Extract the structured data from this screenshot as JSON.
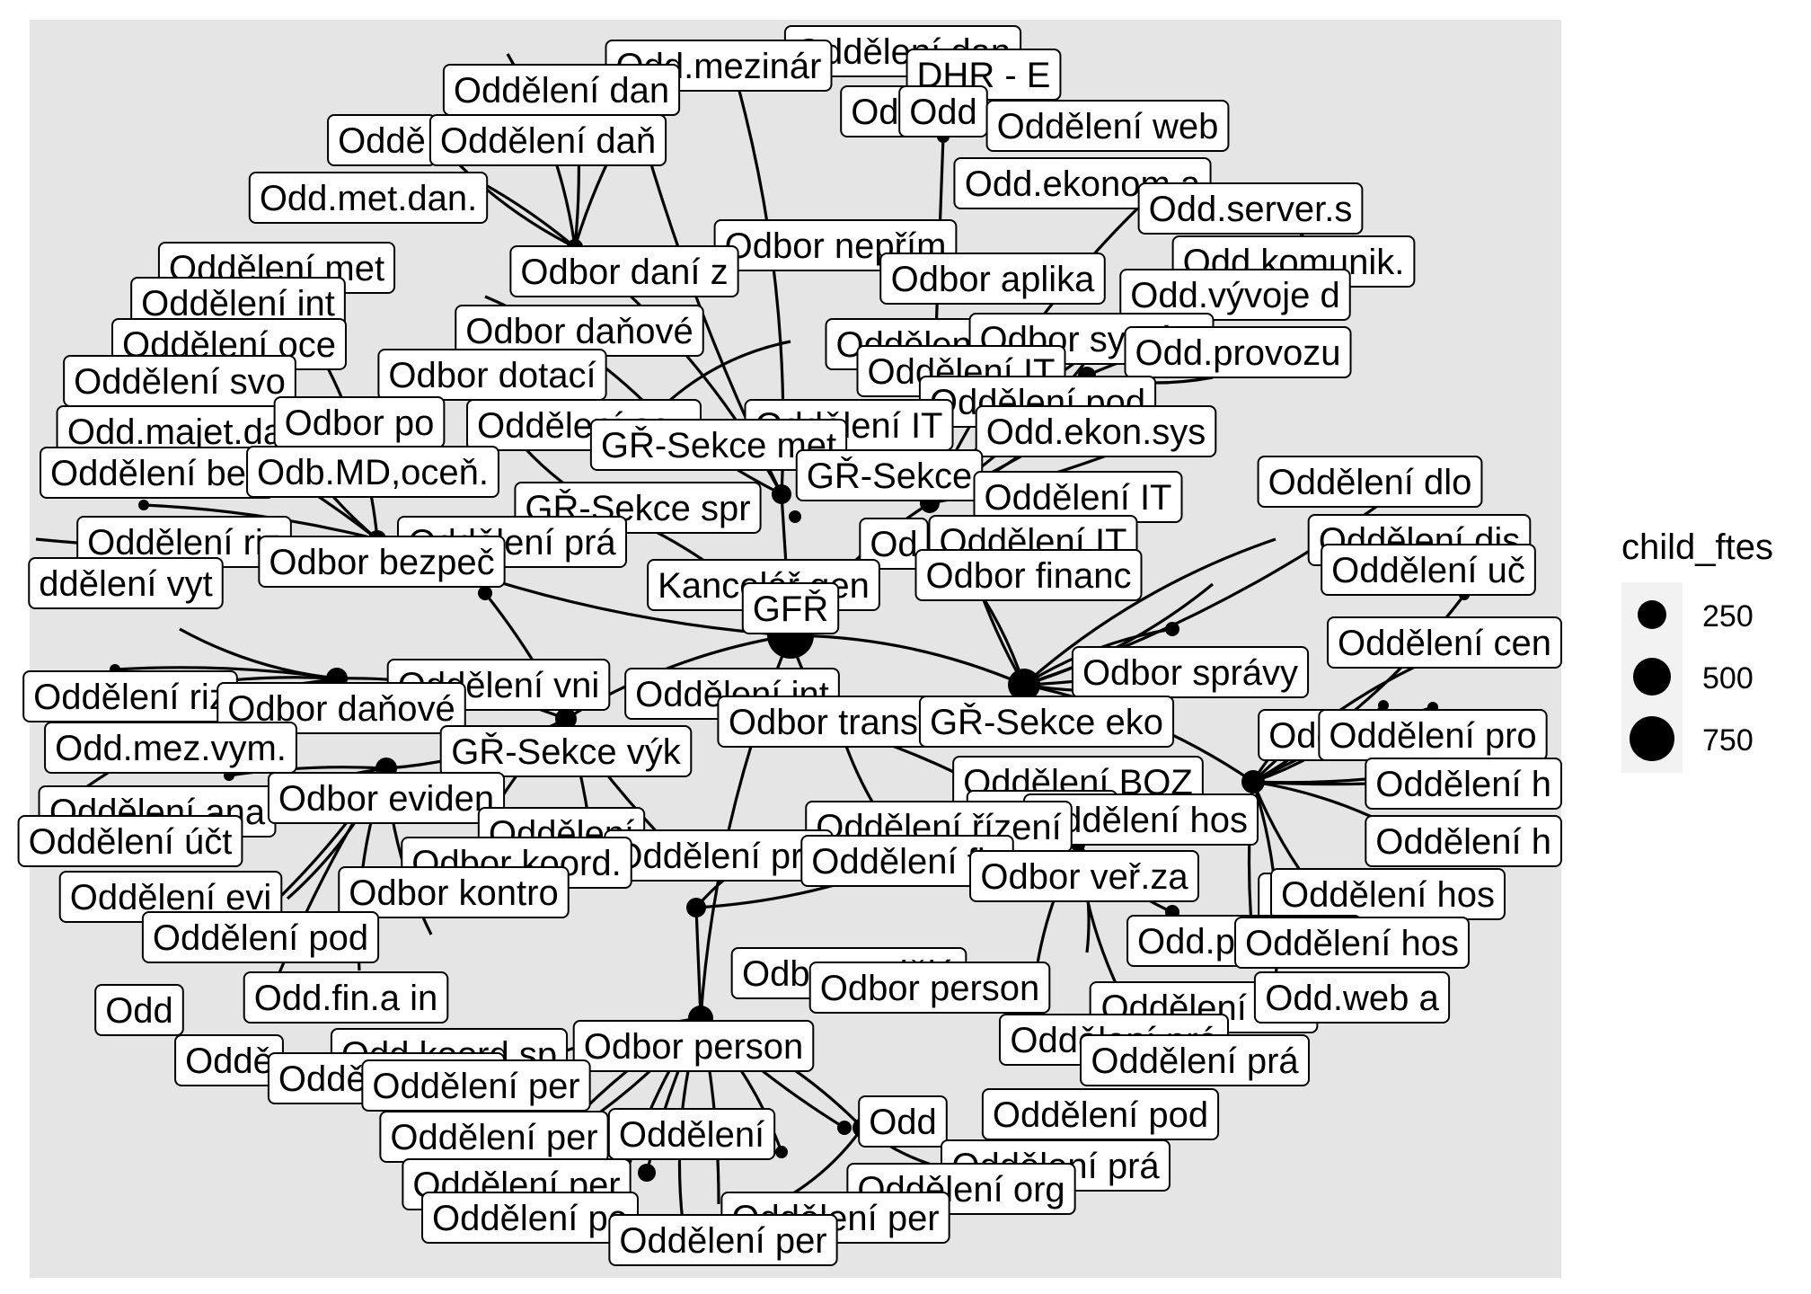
{
  "diagram": {
    "type": "network",
    "panel_background": "#e5e5e5",
    "edge_color": "#000000",
    "node_color": "#000000",
    "label_fill": "#ffffff",
    "labels": [
      "Oddělení dan",
      "Odd.mezinár",
      "DHR - E",
      "Oddělení dan",
      "Odd",
      "Odd",
      "Oddělení web",
      "Oddě",
      "Oddělení daň",
      "Odd.ekonom.a",
      "Odd.server.s",
      "Odd.met.dan.",
      "Odbor nepřím",
      "Oddělení met",
      "Odbor daní z",
      "Odbor aplika",
      "Odd.komunik.",
      "Oddělení int",
      "Odd.vývoje d",
      "Odbor daňové",
      "Oddělení IT",
      "Odbor systém",
      "Oddělení oce",
      "Odd.provozu",
      "Oddělení svo",
      "Odbor dotací",
      "Oddělení IT",
      "Oddělení pod",
      "Odd.majet.da",
      "Odbor po",
      "Oddělení sou",
      "Oddělení IT",
      "Odd.ekon.sys",
      "Oddělení bez",
      "Odb.MD,oceň.",
      "GŘ-Sekce met",
      "GŘ-Sekce",
      "Oddělení IT",
      "Oddělení dlo",
      "GŘ-Sekce spr",
      "Oddělení riz",
      "Oddělení prá",
      "Odbor bezpeč",
      "Od",
      "Oddělení IT",
      "Oddělení dis",
      "ddělení vyt",
      "Kancelář gen",
      "Odbor financ",
      "Oddělení uč",
      "GFŘ",
      "Oddělení cen",
      "Oddělení vni",
      "Odbor správy",
      "Oddělení riz",
      "Odbor daňové",
      "Oddělení int",
      "Odbor transf",
      "GŘ-Sekce eko",
      "Odd.mez.vym.",
      "GŘ-Sekce výk",
      "Odd",
      "Oddělení pro",
      "Oddělení BOZ",
      "Oddělení ana",
      "Odbor eviden",
      "Oddělení h",
      "Odbor h",
      "Oddělení hos",
      "Oddělení účt",
      "Oddělení",
      "Oddělení řízení",
      "Oddělení pro",
      "Odbor koord.",
      "Oddělení h",
      "Oddělení fis",
      "Odbor veř.za",
      "Oddělení evi",
      "Odbor kontro",
      "Odd",
      "Oddělení hos",
      "Oddělení pod",
      "Odd.provoz.z",
      "Oddělení hos",
      "Odbor vzdělá",
      "Odbor person",
      "Odd",
      "Odd.fin.a in",
      "Oddělení veř",
      "Odd.web a",
      "Oddělení prá",
      "Oddě",
      "Odbor person",
      "Odd.koord.sp",
      "Oddělení prá",
      "Oddělení pod",
      "Oddělení per",
      "Odd",
      "Oddělení pod",
      "Oddělení per",
      "Oddělení",
      "Oddělení prá",
      "Oddělení per",
      "Oddělení org",
      "Oddělení pe",
      "Oddělení per",
      "Oddělení per"
    ]
  },
  "legend": {
    "title": "child_ftes",
    "entries": [
      "250",
      "500",
      "750"
    ],
    "values": [
      250,
      500,
      750
    ],
    "background": "#f2f2f2"
  }
}
